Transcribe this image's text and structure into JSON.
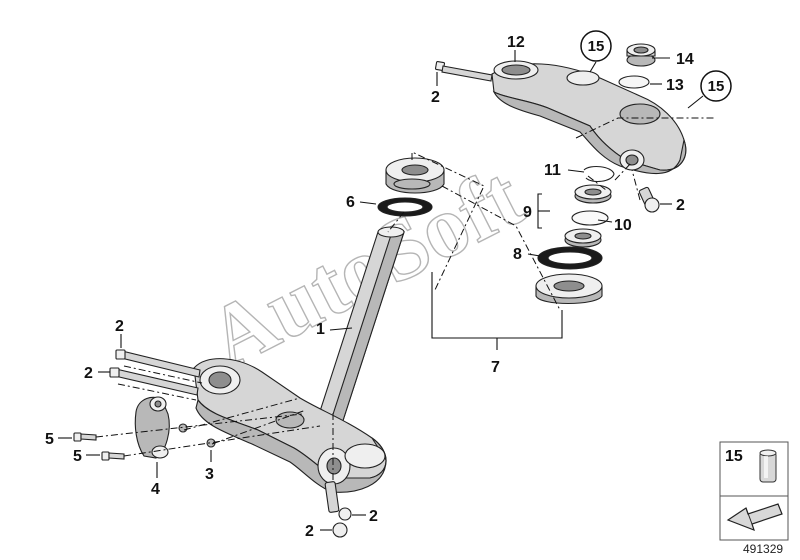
{
  "diagram": {
    "callouts": {
      "c1": "1",
      "c2a": "2",
      "c2b": "2",
      "c2c": "2",
      "c2d": "2",
      "c2e": "2",
      "c2f": "2",
      "c3": "3",
      "c4": "4",
      "c5a": "5",
      "c5b": "5",
      "c6": "6",
      "c7": "7",
      "c8": "8",
      "c9": "9",
      "c10": "10",
      "c11": "11",
      "c12": "12",
      "c13": "13",
      "c14": "14",
      "c15a": "15",
      "c15b": "15"
    },
    "legend_number": "15",
    "watermark": "AutoSoft",
    "document_number": "491329"
  }
}
